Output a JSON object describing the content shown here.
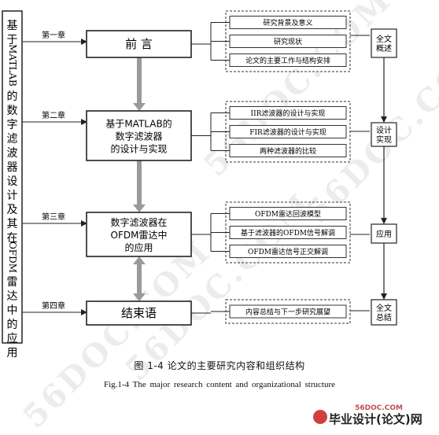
{
  "left_title": {
    "lines": [
      "基",
      "于",
      "MATLAB",
      "的",
      "数",
      "字",
      "滤",
      "波",
      "器",
      "设",
      "计",
      "及",
      "其",
      "在",
      "OFDM",
      "雷",
      "达",
      "中",
      "的",
      "应",
      "用"
    ]
  },
  "chapters": [
    {
      "label": "第一章",
      "title_lines": [
        "前 言"
      ],
      "subs": [
        "研究背景及意义",
        "研究现状",
        "论文的主要工作与结构安排"
      ]
    },
    {
      "label": "第二章",
      "title_lines": [
        "基于MATLAB的",
        "数字滤波器",
        "的设计与实现"
      ],
      "subs": [
        "IIR滤波器的设计与实现",
        "FIR滤波器的设计与实现",
        "两种滤波器的比较"
      ]
    },
    {
      "label": "第三章",
      "title_lines": [
        "数字滤波器在",
        "OFDM雷达中",
        "的应用"
      ],
      "subs": [
        "OFDM雷达回波模型",
        "基于滤波器的OFDM信号解调",
        "OFDM雷达信号正交解调"
      ]
    },
    {
      "label": "第四章",
      "title_lines": [
        "结束语"
      ],
      "subs": [
        "内容总结与下一步研究展望"
      ]
    }
  ],
  "side_boxes": [
    {
      "lines": [
        "全文",
        "概述"
      ]
    },
    {
      "lines": [
        "设计",
        "实现"
      ]
    },
    {
      "lines": [
        "应用"
      ]
    },
    {
      "lines": [
        "全文",
        "总结"
      ]
    }
  ],
  "caption": {
    "cn": "图 1-4  论文的主要研究内容和组织结构",
    "en": "Fig.1-4     The major research  content  and organizational  structure"
  },
  "watermark": {
    "text": "56DOC.COM"
  },
  "footer": {
    "site": "56DOC.COM",
    "brand": "毕业设计(论文)网"
  }
}
